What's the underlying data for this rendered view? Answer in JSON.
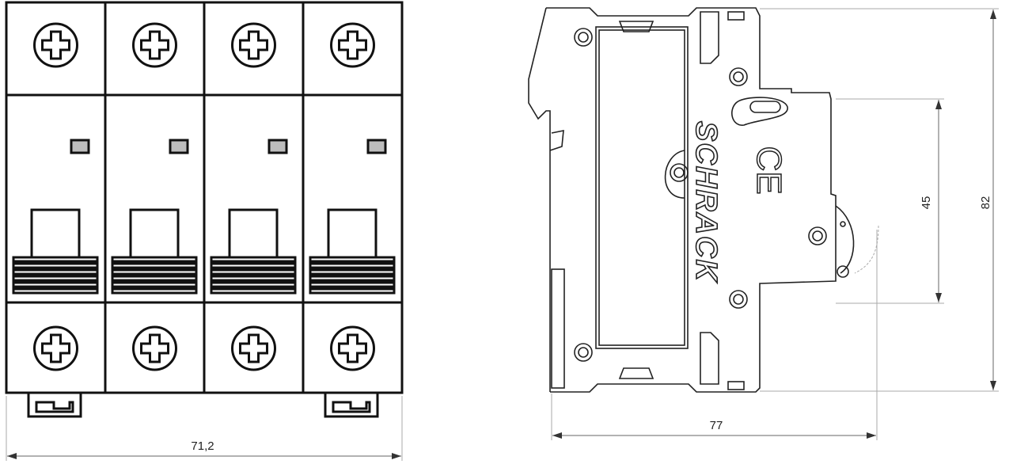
{
  "front_view": {
    "poles": 4,
    "width_dimension": "71,2"
  },
  "side_view": {
    "brand": "SCHRACK",
    "marking": "CE",
    "depth_dimension": "77",
    "height_dimension": "82",
    "front_height_dimension": "45"
  }
}
